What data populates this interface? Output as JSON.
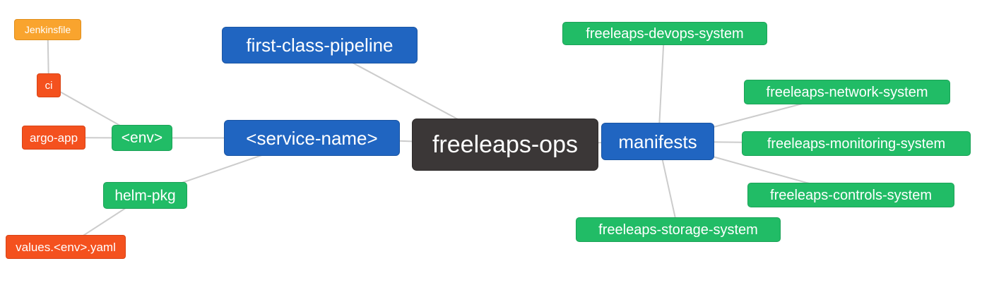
{
  "diagram": {
    "type": "mindmap",
    "title": "freeleaps-ops repository structure mind map",
    "background_color": "#ffffff",
    "edge_color": "#cccccc",
    "palette": {
      "root_dark": "#3b3737",
      "branch_blue": "#2065c1",
      "leaf_green": "#21bc66",
      "leaf_red_orange": "#f4511e",
      "leaf_amber": "#f9a42e",
      "text": "#ffffff"
    },
    "nodes": {
      "root": {
        "label": "freeleaps-ops",
        "color": "#3b3737"
      },
      "first_class_pipeline": {
        "label": "first-class-pipeline",
        "color": "#2065c1"
      },
      "service_name": {
        "label": "<service-name>",
        "color": "#2065c1"
      },
      "manifests": {
        "label": "manifests",
        "color": "#2065c1"
      },
      "env": {
        "label": "<env>",
        "color": "#21bc66"
      },
      "helm_pkg": {
        "label": "helm-pkg",
        "color": "#21bc66"
      },
      "argo_app": {
        "label": "argo-app",
        "color": "#f4511e"
      },
      "ci": {
        "label": "ci",
        "color": "#f4511e"
      },
      "jenkinsfile": {
        "label": "Jenkinsfile",
        "color": "#f9a42e"
      },
      "values_env_yaml": {
        "label": "values.<env>.yaml",
        "color": "#f4511e"
      },
      "devops_system": {
        "label": "freeleaps-devops-system",
        "color": "#21bc66"
      },
      "network_system": {
        "label": "freeleaps-network-system",
        "color": "#21bc66"
      },
      "monitoring_system": {
        "label": "freeleaps-monitoring-system",
        "color": "#21bc66"
      },
      "controls_system": {
        "label": "freeleaps-controls-system",
        "color": "#21bc66"
      },
      "storage_system": {
        "label": "freeleaps-storage-system",
        "color": "#21bc66"
      }
    },
    "edges": [
      {
        "from": "jenkinsfile",
        "to": "ci"
      },
      {
        "from": "ci",
        "to": "env"
      },
      {
        "from": "argo_app",
        "to": "env"
      },
      {
        "from": "env",
        "to": "service_name"
      },
      {
        "from": "helm_pkg",
        "to": "service_name"
      },
      {
        "from": "values_env_yaml",
        "to": "helm_pkg"
      },
      {
        "from": "first_class_pipeline",
        "to": "root"
      },
      {
        "from": "service_name",
        "to": "root"
      },
      {
        "from": "root",
        "to": "manifests"
      },
      {
        "from": "manifests",
        "to": "devops_system"
      },
      {
        "from": "manifests",
        "to": "network_system"
      },
      {
        "from": "manifests",
        "to": "monitoring_system"
      },
      {
        "from": "manifests",
        "to": "controls_system"
      },
      {
        "from": "manifests",
        "to": "storage_system"
      }
    ]
  }
}
